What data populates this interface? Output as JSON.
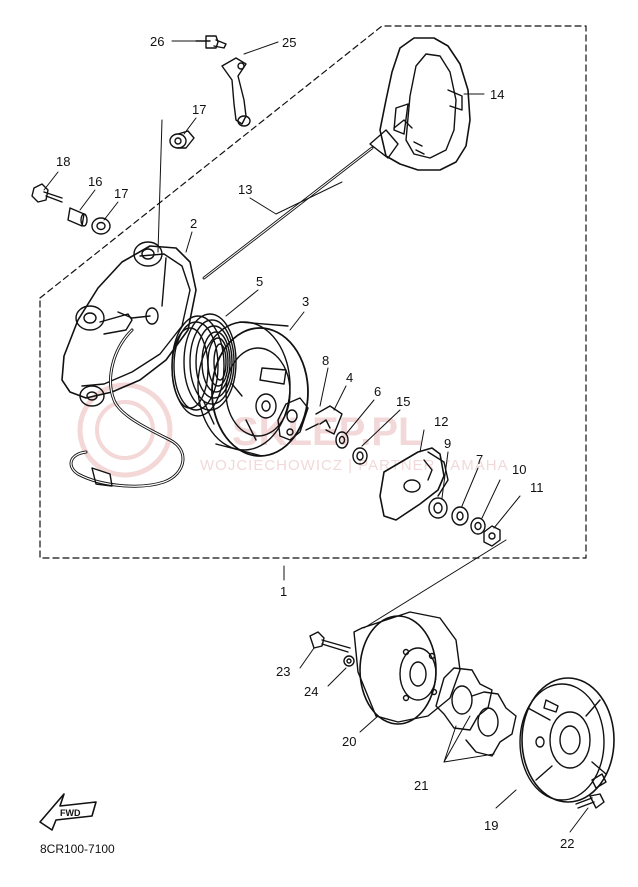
{
  "diagram": {
    "labels": {
      "n1": "1",
      "n2": "2",
      "n3": "3",
      "n4": "4",
      "n5": "5",
      "n6": "6",
      "n7": "7",
      "n8": "8",
      "n9": "9",
      "n10": "10",
      "n11": "11",
      "n12": "12",
      "n13": "13",
      "n14": "14",
      "n15": "15",
      "n16": "16",
      "n17a": "17",
      "n17b": "17",
      "n18": "18",
      "n19": "19",
      "n20": "20",
      "n21": "21",
      "n22": "22",
      "n23": "23",
      "n24": "24",
      "n25": "25",
      "n26": "26"
    },
    "fwd": "FWD",
    "code": "8CR100-7100"
  },
  "watermark": {
    "brand": "SKLEP.PL",
    "sub": "WOJCIECHOWICZ | PARTNER YAMAHA"
  }
}
